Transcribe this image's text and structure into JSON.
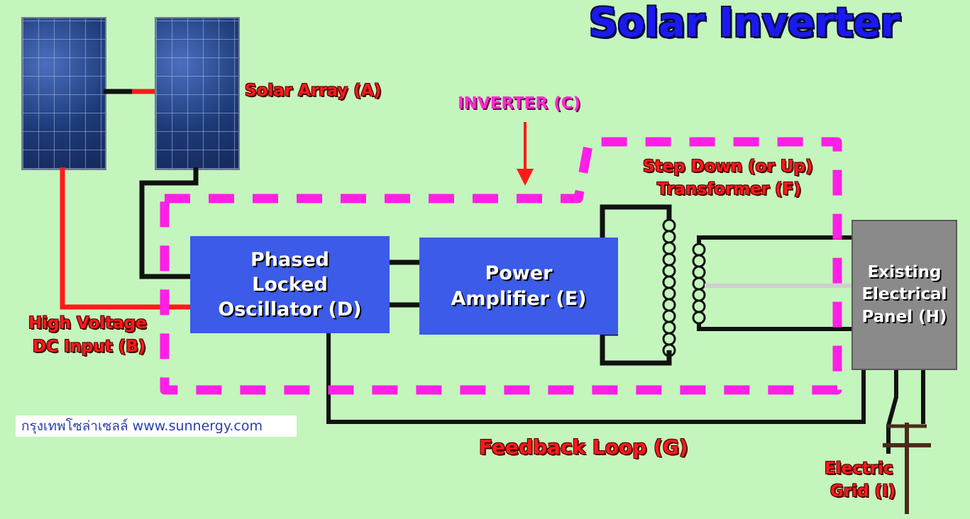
{
  "title": "Solar Inverter",
  "labels": {
    "solar_array": "Solar Array (A)",
    "inverter": "INVERTER (C)",
    "step_down_line1": "Step Down (or Up)",
    "step_down_line2": "Transformer (F)",
    "high_voltage_line1": "High Voltage",
    "high_voltage_line2": "DC Input (B)",
    "feedback_loop": "Feedback Loop (G)",
    "electric_grid_line1": "Electric",
    "electric_grid_line2": "Grid (I)"
  },
  "blocks": {
    "pll": "Phased\nLocked\nOscillator (D)",
    "power_amplifier": "Power\nAmplifier (E)",
    "electrical_panel": "Existing\nElectrical\nPanel (H)"
  },
  "watermark": "กรุงเทพโซล่าเซลล์ www.sunnergy.com",
  "colors": {
    "background": "#c4f5bd",
    "block": "#3b5be8",
    "inverter_border": "#ff1fe6",
    "label_red": "#ff1a1a",
    "title_blue": "#1a1af0",
    "wire_black": "#111111",
    "wire_red": "#ff1a1a",
    "panel_gray": "#8a8a8a"
  }
}
